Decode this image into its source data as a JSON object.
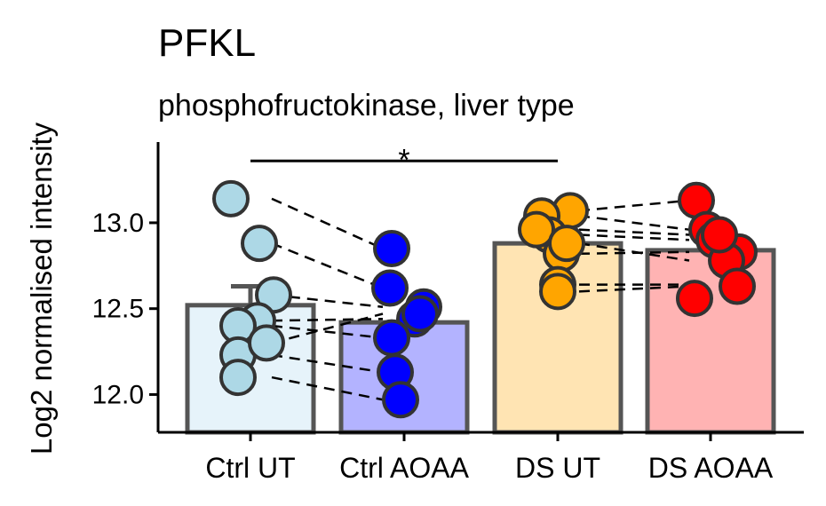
{
  "chart_data": {
    "type": "bar",
    "title": "PFKL",
    "subtitle": "phosphofructokinase, liver type",
    "ylabel": "Log2 normalised intensity",
    "ylim": [
      11.78,
      13.47
    ],
    "yticks": [
      12.0,
      12.5,
      13.0
    ],
    "ytick_labels": [
      "12.0",
      "12.5",
      "13.0"
    ],
    "categories": [
      "Ctrl UT",
      "Ctrl AOAA",
      "DS UT",
      "DS AOAA"
    ],
    "values": [
      12.52,
      12.42,
      12.88,
      12.84
    ],
    "error_upper": [
      12.63,
      null,
      null,
      null
    ],
    "bar_colors": [
      "#E6F3FA",
      "#B3B3FF",
      "#FFE4B3",
      "#FFB3B3"
    ],
    "point_colors": [
      "#ADD8E6",
      "#0000FF",
      "#FFA500",
      "#FF0000"
    ],
    "points": [
      [
        13.14,
        12.88,
        12.58,
        12.43,
        12.4,
        12.23,
        12.1,
        12.3
      ],
      [
        12.85,
        12.62,
        12.51,
        12.44,
        12.33,
        12.13,
        11.97,
        12.47
      ],
      [
        13.07,
        13.04,
        12.93,
        12.82,
        12.64,
        12.6,
        12.96,
        12.88
      ],
      [
        13.13,
        12.96,
        12.9,
        12.83,
        12.78,
        12.63,
        12.56,
        12.93
      ]
    ],
    "pairs": [
      {
        "from": 0,
        "to": 1,
        "y1": [
          13.14,
          12.88,
          12.58,
          12.43,
          12.4,
          12.23,
          12.1,
          12.3
        ],
        "y2": [
          12.85,
          12.62,
          12.51,
          12.44,
          12.33,
          12.13,
          11.97,
          12.47
        ]
      },
      {
        "from": 2,
        "to": 3,
        "y1": [
          13.07,
          13.04,
          12.93,
          12.82,
          12.64,
          12.6,
          12.96,
          12.88
        ],
        "y2": [
          13.13,
          12.96,
          12.9,
          12.83,
          12.64,
          12.63,
          12.93,
          12.78
        ]
      }
    ],
    "significance": [
      {
        "from": 0,
        "to": 2,
        "y": 13.36,
        "label": "*"
      }
    ],
    "grid": false,
    "legend": "none"
  }
}
